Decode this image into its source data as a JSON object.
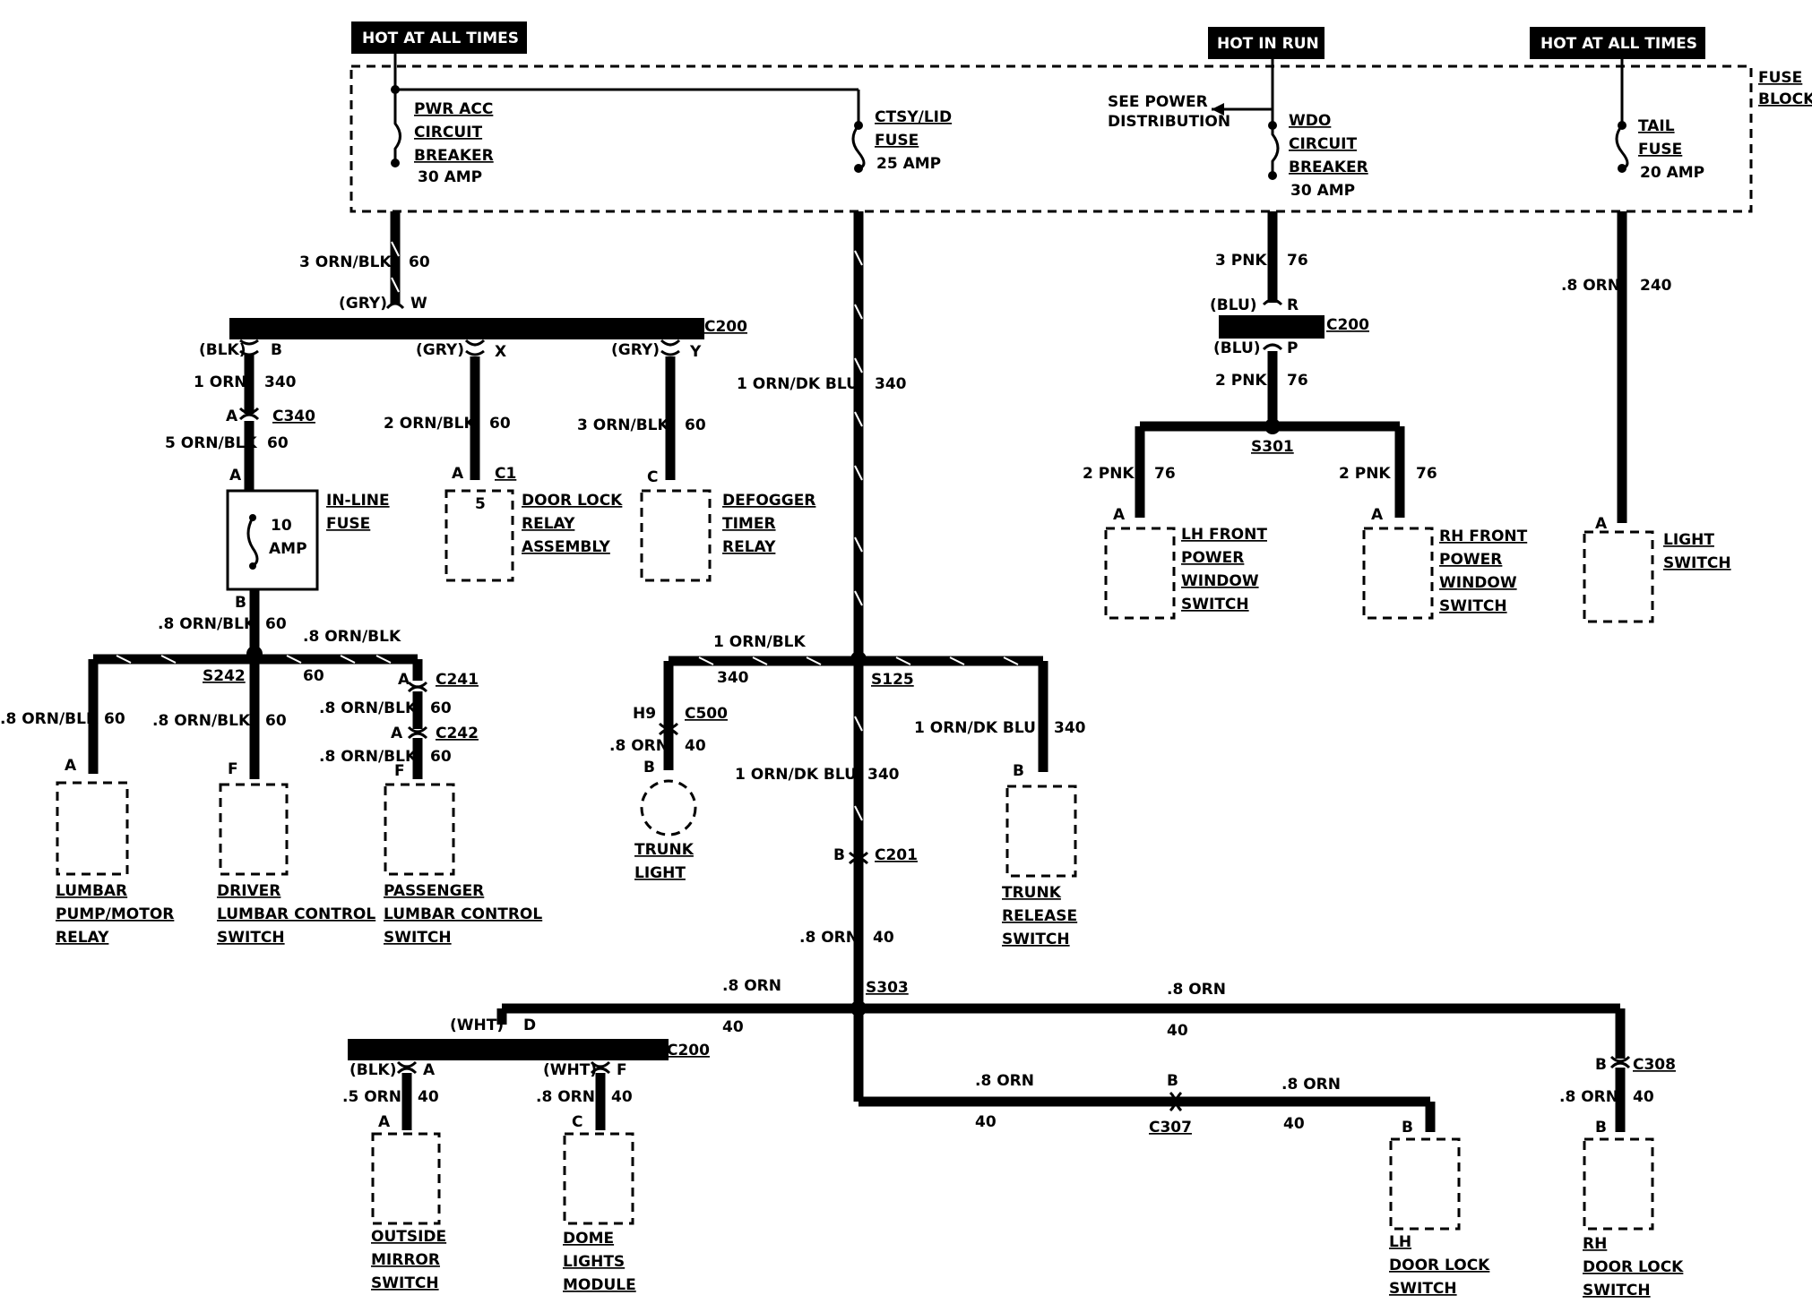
{
  "headers": [
    "HOT AT ALL TIMES",
    "HOT IN RUN",
    "HOT AT ALL TIMES"
  ],
  "fuse_block": {
    "label_1": "FUSE",
    "label_2": "BLOCK"
  },
  "fuses": {
    "pwr_acc": {
      "l1": "PWR ACC",
      "l2": "CIRCUIT",
      "l3": "BREAKER",
      "rating": "30 AMP"
    },
    "ctsy_lid": {
      "l1": "CTSY/LID",
      "l2": "FUSE",
      "rating": "25 AMP"
    },
    "wdo": {
      "l1": "WDO",
      "l2": "CIRCUIT",
      "l3": "BREAKER",
      "rating": "30 AMP"
    },
    "see_power": {
      "l1": "SEE POWER",
      "l2": "DISTRIBUTION"
    },
    "tail": {
      "l1": "TAIL",
      "l2": "FUSE",
      "rating": "20 AMP"
    }
  },
  "labels": {
    "w60_top_gauge": "3 ORN/BLK",
    "w60_top_circ": "60",
    "gry_w": "(GRY)",
    "pin_w": "W",
    "c200": "C200",
    "blk_b": "(BLK)",
    "pin_b": "B",
    "orn_1": "1 ORN",
    "c340_num": "340",
    "pin_a": "A",
    "c340": "C340",
    "orn_blk_5": "5 ORN/BLK",
    "n60": "60",
    "amp10_1": "10",
    "amp10_2": "AMP",
    "inline_1": "IN-LINE",
    "inline_2": "FUSE",
    "orn_blk_08": ".8 ORN/BLK",
    "s242": "S242",
    "pin_f": "F",
    "c241": "C241",
    "c242": "C242",
    "gry_x1": "(GRY)",
    "pin_x": "X",
    "orn_blk_2": "2 ORN/BLK",
    "c1": "C1",
    "pin5": "5",
    "gry_y": "(GRY)",
    "pin_y": "Y",
    "orn_blk_3": "3 ORN/BLK",
    "pin_c": "C",
    "orn_dkblu_1": "1 ORN/DK BLU",
    "n340": "340",
    "orn_blk_1": "1 ORN/BLK",
    "s125": "S125",
    "h9": "H9",
    "c500": "C500",
    "orn_08": ".8 ORN",
    "n40": "40",
    "c201": "C201",
    "s303": "S303",
    "wht_d": "(WHT)",
    "pin_d": "D",
    "blk_a": "(BLK)",
    "orn_05": ".5 ORN",
    "wht_f": "(WHT)",
    "c307": "C307",
    "c308": "C308",
    "pnk_3": "3 PNK",
    "n76": "76",
    "blu_r": "(BLU)",
    "pin_r": "R",
    "blu_p": "(BLU)",
    "pin_p": "P",
    "pnk_2": "2 PNK",
    "s301": "S301",
    "n240": "240"
  },
  "components": {
    "lumbar": [
      "LUMBAR",
      "PUMP/MOTOR",
      "RELAY"
    ],
    "driver": [
      "DRIVER",
      "LUMBAR CONTROL",
      "SWITCH"
    ],
    "passenger": [
      "PASSENGER",
      "LUMBAR CONTROL",
      "SWITCH"
    ],
    "doorlock": [
      "DOOR LOCK",
      "RELAY",
      "ASSEMBLY"
    ],
    "defogger": [
      "DEFOGGER",
      "TIMER",
      "RELAY"
    ],
    "trunk_light": [
      "TRUNK",
      "LIGHT"
    ],
    "trunk_release": [
      "TRUNK",
      "RELEASE",
      "SWITCH"
    ],
    "mirror": [
      "OUTSIDE",
      "MIRROR",
      "SWITCH"
    ],
    "dome": [
      "DOME",
      "LIGHTS",
      "MODULE"
    ],
    "lh_lock": [
      "LH",
      "DOOR LOCK",
      "SWITCH"
    ],
    "rh_lock": [
      "RH",
      "DOOR LOCK",
      "SWITCH"
    ],
    "lh_window": [
      "LH FRONT",
      "POWER",
      "WINDOW",
      "SWITCH"
    ],
    "rh_window": [
      "RH FRONT",
      "POWER",
      "WINDOW",
      "SWITCH"
    ],
    "light_switch": [
      "LIGHT",
      "SWITCH"
    ]
  }
}
